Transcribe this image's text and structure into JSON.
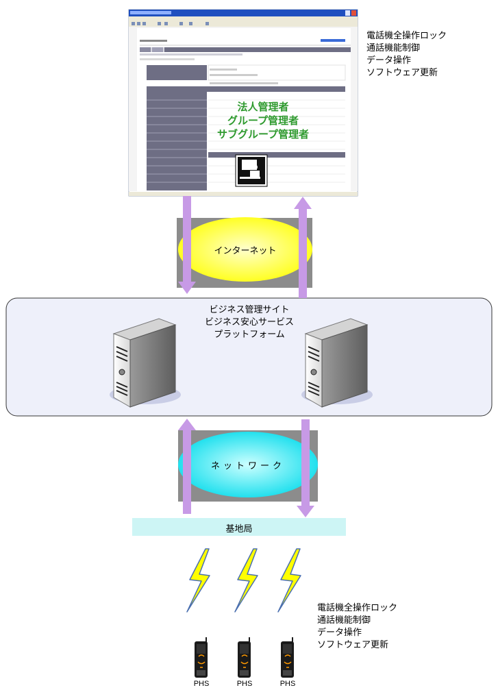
{
  "admin_features": [
    "電話機全操作ロック",
    "通話機能制御",
    "データ操作",
    "ソフトウェア更新"
  ],
  "admin_roles": [
    "法人管理者",
    "グループ管理者",
    "サブグループ管理者"
  ],
  "internet_label": "インターネット",
  "platform_labels": [
    "ビジネス管理サイト",
    "ビジネス安心サービス",
    "プラットフォーム"
  ],
  "network_label": "ネットワーク",
  "base_station_label": "基地局",
  "device_features": [
    "電話機全操作ロック",
    "通話機能制御",
    "データ操作",
    "ソフトウェア更新"
  ],
  "phs_labels": [
    "PHS",
    "PHS",
    "PHS"
  ],
  "colors": {
    "arrow": "#c79ae6",
    "internet_fill": "#ffff33",
    "network_fill": "#33e6f0",
    "platform_bg": "#eef0fa",
    "base_station_bg": "#cdf5f5",
    "gray_bg": "#8c8c8c",
    "admin_text": "#2e9a2e"
  }
}
